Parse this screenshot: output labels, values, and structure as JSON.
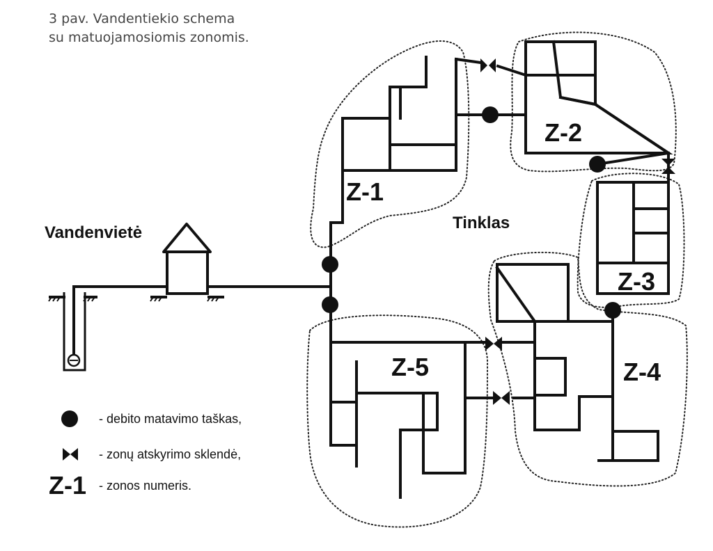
{
  "caption": {
    "line1": "3 pav. Vandentiekio schema",
    "line2": "su matuojamosiomis zonomis."
  },
  "labels": {
    "source": "Vandenvietė",
    "network": "Tinklas"
  },
  "zones": [
    {
      "id": "Z-1"
    },
    {
      "id": "Z-2"
    },
    {
      "id": "Z-3"
    },
    {
      "id": "Z-4"
    },
    {
      "id": "Z-5"
    }
  ],
  "legend": {
    "meter_text": "- debito matavimo taškas,",
    "valve_text": "- zonų atskyrimo sklendė,",
    "zone_symbol": "Z-1",
    "zone_text": "- zonos numeris."
  },
  "symbols": {
    "flow_meter": "filled-circle",
    "zone_valve": "bowtie"
  }
}
